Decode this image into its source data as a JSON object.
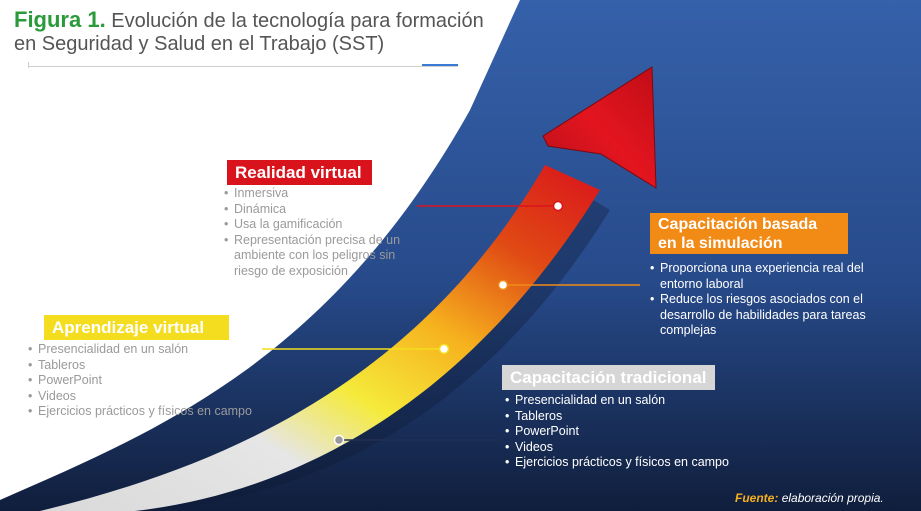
{
  "title": {
    "tag": "Figura 1.",
    "text": "Evolución de la tecnología para formación en Seguridad y Salud en el Trabajo (SST)"
  },
  "stages": [
    {
      "key": "realidad",
      "label": "Realidad virtual",
      "color": "#d9131c",
      "items": [
        "Inmersiva",
        "Dinámica",
        "Usa la gamificación",
        "Representación precisa de un ambiente con los peligros sin riesgo de exposición"
      ]
    },
    {
      "key": "simulacion",
      "label": "Capacitación basada en la simulación",
      "color": "#f28a16",
      "items": [
        "Proporciona una experiencia real del entorno laboral",
        "Reduce los riesgos asociados con el desarrollo de habilidades para tareas complejas"
      ]
    },
    {
      "key": "aprendizaje",
      "label": "Aprendizaje virtual",
      "color": "#f4dd1f",
      "items": [
        "Presencialidad en un salón",
        "Tableros",
        "PowerPoint",
        "Videos",
        "Ejercicios prácticos y físicos en campo"
      ]
    },
    {
      "key": "tradicional",
      "label": "Capacitación tradicional",
      "color": "#d6d6d6",
      "items": [
        "Presencialidad en un salón",
        "Tableros",
        "PowerPoint",
        "Videos",
        "Ejercicios prácticos y físicos en campo"
      ]
    }
  ],
  "source": {
    "key": "Fuente:",
    "text": "elaboración propia."
  },
  "colors": {
    "background_blue": "#2f5aa0",
    "background_dark": "#14264a",
    "arrow_red": "#d9131c",
    "arrow_yellow": "#f4dd1f",
    "arrow_grey": "#d0d0d0",
    "title_accent": "#2a9a3b"
  }
}
